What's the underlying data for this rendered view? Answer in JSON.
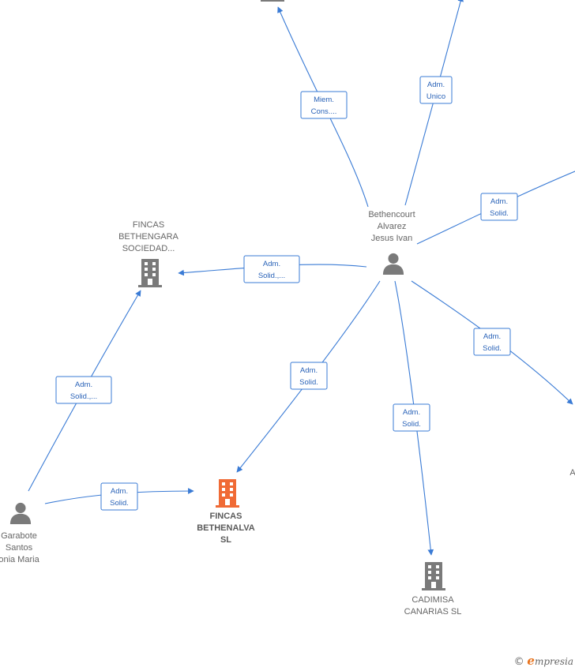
{
  "colors": {
    "edge": "#3a7bd5",
    "company": "#7a7a7a",
    "focus_company": "#f06a35",
    "person": "#7a7a7a"
  },
  "nodes": [
    {
      "id": "bethencourt",
      "kind": "person",
      "icon": "person-icon",
      "label": [
        "Bethencourt",
        "Alvarez",
        "Jesus Ivan"
      ]
    },
    {
      "id": "fincas-bethengara",
      "kind": "company",
      "icon": "building-icon",
      "label": [
        "FINCAS",
        "BETHENGARA",
        "SOCIEDAD..."
      ]
    },
    {
      "id": "fincas-bethenalva",
      "kind": "company",
      "focus": true,
      "icon": "building-icon",
      "label": [
        "FINCAS",
        "BETHENALVA",
        "SL"
      ]
    },
    {
      "id": "cadimisa",
      "kind": "company",
      "icon": "building-icon",
      "label": [
        "CADIMISA",
        "CANARIAS SL"
      ]
    },
    {
      "id": "garabote",
      "kind": "person",
      "icon": "person-icon",
      "label": [
        "Garabote",
        "Santos",
        "onia Maria"
      ]
    },
    {
      "id": "top-company",
      "kind": "company",
      "icon": "building-icon",
      "label": []
    },
    {
      "id": "right-partial",
      "kind": "company",
      "icon": "building-icon",
      "label": [
        "A"
      ]
    }
  ],
  "edges": [
    {
      "id": "e1",
      "from": "bethencourt",
      "to": "top-company",
      "label": [
        "Miem.",
        "Cons...."
      ]
    },
    {
      "id": "e2",
      "from": "bethencourt",
      "to": "offscreen-top-right",
      "label": [
        "Adm.",
        "Unico"
      ]
    },
    {
      "id": "e3",
      "from": "bethencourt",
      "to": "offscreen-right",
      "label": [
        "Adm.",
        "Solid."
      ]
    },
    {
      "id": "e4",
      "from": "bethencourt",
      "to": "fincas-bethengara",
      "label": [
        "Adm.",
        "Solid.,..."
      ]
    },
    {
      "id": "e5",
      "from": "bethencourt",
      "to": "fincas-bethenalva",
      "label": [
        "Adm.",
        "Solid."
      ]
    },
    {
      "id": "e6",
      "from": "bethencourt",
      "to": "cadimisa",
      "label": [
        "Adm.",
        "Solid."
      ]
    },
    {
      "id": "e7",
      "from": "bethencourt",
      "to": "right-partial",
      "label": [
        "Adm.",
        "Solid."
      ]
    },
    {
      "id": "e8",
      "from": "garabote",
      "to": "fincas-bethengara",
      "label": [
        "Adm.",
        "Solid.,..."
      ]
    },
    {
      "id": "e9",
      "from": "garabote",
      "to": "fincas-bethenalva",
      "label": [
        "Adm.",
        "Solid."
      ]
    }
  ],
  "watermark": {
    "copyright": "©",
    "brand_initial": "e",
    "brand_rest": "mpresia"
  }
}
